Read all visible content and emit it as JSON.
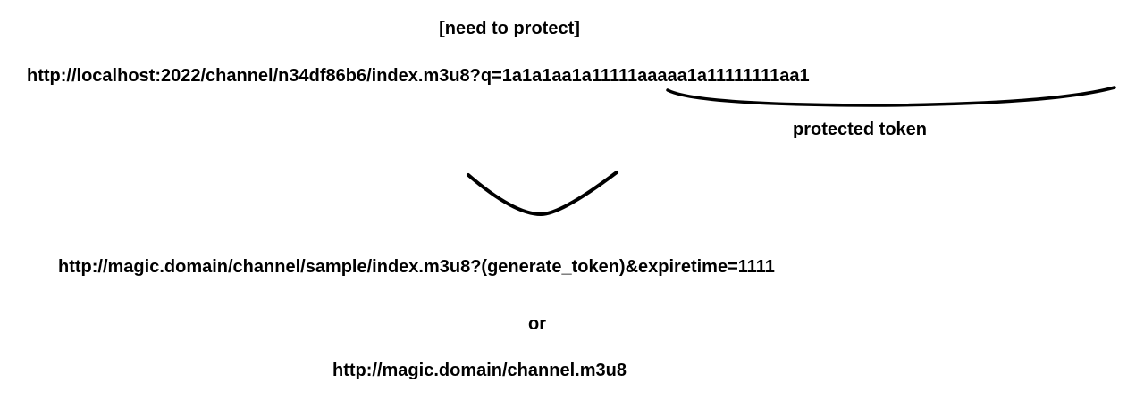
{
  "diagram": {
    "title": "[need to protect]",
    "source_url": {
      "prefix": "http://localhost:2022/channel/n34df86b6/index.m3u8?q=",
      "token": "1a1a1aa1a11111aaaaa1a11111111aa1"
    },
    "token_label": "protected token",
    "result_url_1": "http://magic.domain/channel/sample/index.m3u8?(generate_token)&expiretime=1111",
    "or_label": "or",
    "result_url_2": "http://magic.domain/channel.m3u8"
  }
}
